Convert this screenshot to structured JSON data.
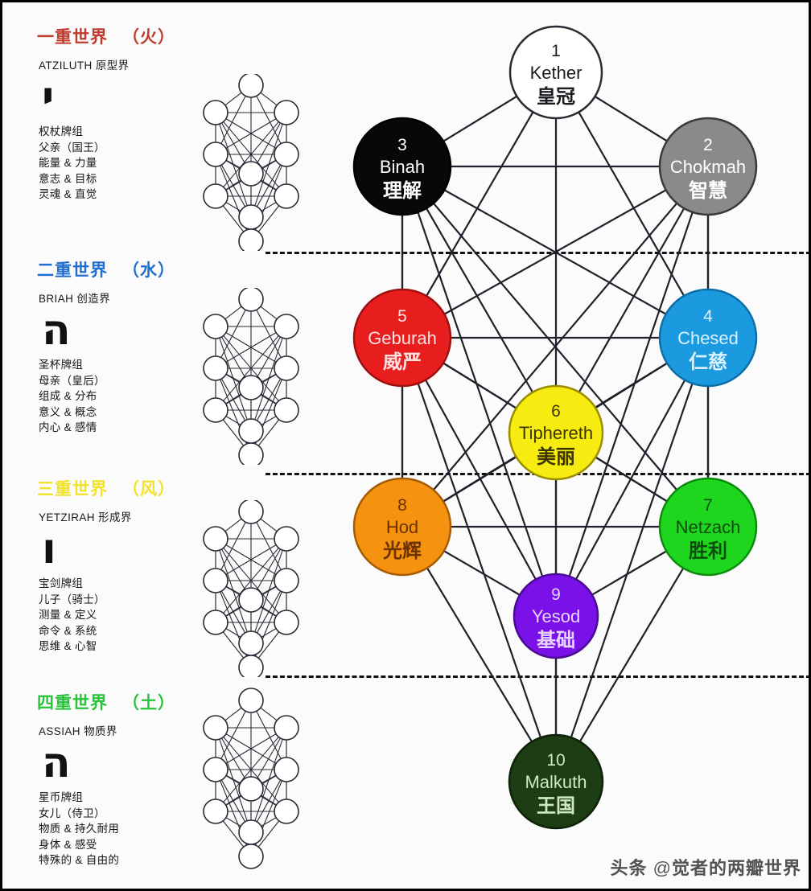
{
  "worlds": [
    {
      "title": "一重世界",
      "element": "（火）",
      "color": "#c0392b",
      "subtitle": "ATZILUTH 原型界",
      "hebrew_letter": "י",
      "hebrew_name": "Yod",
      "lines": [
        "权杖牌组",
        "父亲（国王）",
        "能量 & 力量",
        "意志 & 目标",
        "灵魂 & 直觉"
      ]
    },
    {
      "title": "二重世界",
      "element": "（水）",
      "color": "#1f6fd0",
      "subtitle": "BRIAH 创造界",
      "hebrew_letter": "ה",
      "hebrew_name": "Heh",
      "lines": [
        "圣杯牌组",
        "母亲（皇后）",
        "组成 & 分布",
        "意义 & 概念",
        "内心 & 感情"
      ]
    },
    {
      "title": "三重世界",
      "element": "（风）",
      "color": "#f2e32a",
      "subtitle": "YETZIRAH 形成界",
      "hebrew_letter": "ו",
      "hebrew_name": "Vav",
      "lines": [
        "宝剑牌组",
        "儿子（骑士）",
        "测量 & 定义",
        "命令 & 系统",
        "思维 & 心智"
      ]
    },
    {
      "title": "四重世界",
      "element": "（土）",
      "color": "#27c43a",
      "subtitle": "ASSIAH 物质界",
      "hebrew_letter": "ה",
      "hebrew_name": "Heh",
      "lines": [
        "星币牌组",
        "女儿（侍卫）",
        "物质 & 持久耐用",
        "身体 & 感受",
        "特殊的 & 自由的"
      ]
    }
  ],
  "sephirot": [
    {
      "num": "1",
      "name": "Kether",
      "cn": "皇冠",
      "fill": "#ffffff",
      "stroke": "#2b2b33",
      "text": "#1b1b22"
    },
    {
      "num": "2",
      "name": "Chokmah",
      "cn": "智慧",
      "fill": "#8a8a8a",
      "stroke": "#3a3a3a",
      "text": "#ffffff"
    },
    {
      "num": "3",
      "name": "Binah",
      "cn": "理解",
      "fill": "#080808",
      "stroke": "#000000",
      "text": "#ffffff"
    },
    {
      "num": "4",
      "name": "Chesed",
      "cn": "仁慈",
      "fill": "#1b9ae0",
      "stroke": "#0d6ea8",
      "text": "#d9f2ff"
    },
    {
      "num": "5",
      "name": "Geburah",
      "cn": "威严",
      "fill": "#e81d1d",
      "stroke": "#9e1010",
      "text": "#ffe0e0"
    },
    {
      "num": "6",
      "name": "Tiphereth",
      "cn": "美丽",
      "fill": "#f6ec12",
      "stroke": "#9c8c00",
      "text": "#3b3400"
    },
    {
      "num": "7",
      "name": "Netzach",
      "cn": "胜利",
      "fill": "#1fd61f",
      "stroke": "#0c8c0c",
      "text": "#0b4d0b"
    },
    {
      "num": "8",
      "name": "Hod",
      "cn": "光辉",
      "fill": "#f59210",
      "stroke": "#a55c00",
      "text": "#6b3200"
    },
    {
      "num": "9",
      "name": "Yesod",
      "cn": "基础",
      "fill": "#7a11e8",
      "stroke": "#4a0a93",
      "text": "#e8d5ff"
    },
    {
      "num": "10",
      "name": "Malkuth",
      "cn": "王国",
      "fill": "#1d3d14",
      "stroke": "#0d2208",
      "text": "#cfe8bf"
    }
  ],
  "watermark": {
    "prefix": "头条",
    "at": "@",
    "handle": "觉者的两瓣世界"
  }
}
